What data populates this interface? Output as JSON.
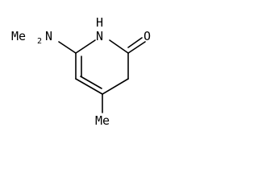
{
  "molecule": {
    "labels": {
      "me2_me": "Me",
      "me2_sub": "2",
      "me2_n": "N",
      "nh_h": "H",
      "nh_n": "N",
      "carbonyl_o": "O",
      "methyl": "Me"
    },
    "colors": {
      "bond": "#000000",
      "text": "#000000",
      "background": "#ffffff"
    }
  }
}
